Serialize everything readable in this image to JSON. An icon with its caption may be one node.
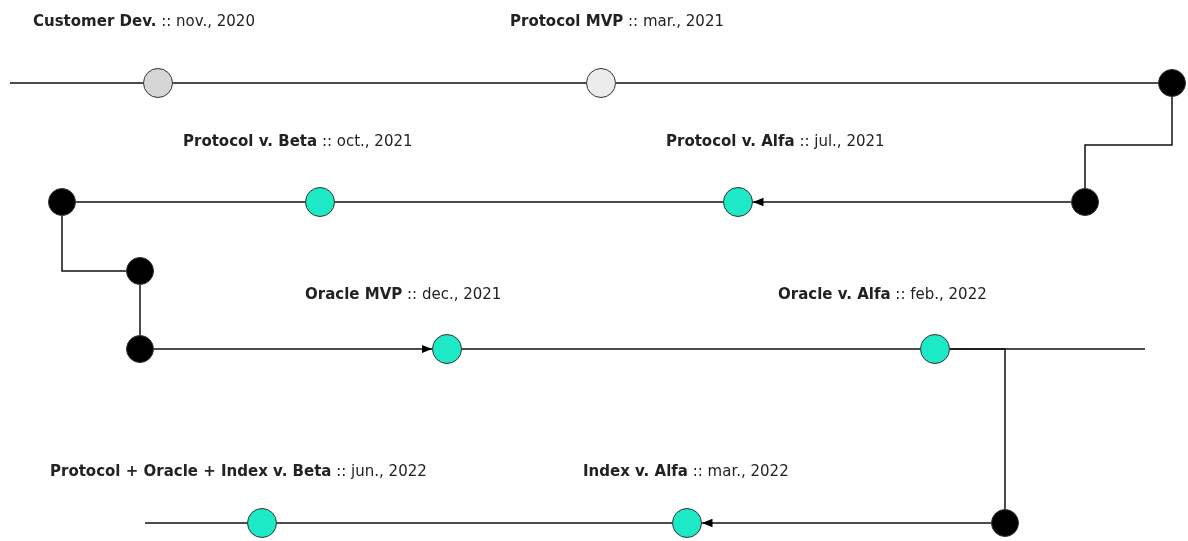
{
  "diagram": {
    "nodes": [
      {
        "text": [
          "**Customer Dev.** :: nov., 2020"
        ]
      },
      {
        "text": [
          "**Protocol MVP** :: mar., 2021"
        ]
      },
      {
        "text": [],
        "shape": "circle"
      },
      {
        "text": [],
        "shape": "circle"
      },
      {
        "text": [
          "**Protocol v. Alfa** :: jul., 2021"
        ]
      },
      {
        "text": [
          "**Protocol v. Beta** :: oct., 2021"
        ]
      },
      {
        "text": [],
        "shape": "circle"
      },
      {
        "text": [],
        "shape": "circle"
      },
      {
        "text": [],
        "shape": "circle"
      },
      {
        "text": [
          "**Oracle MVP** :: dec., 2021"
        ]
      },
      {
        "text": [
          "**Oracle v. Alfa** :: feb., 2022"
        ]
      },
      {
        "text": [],
        "shape": "circle"
      },
      {
        "text": [
          "**Index v. Alfa** :: mar., 2022"
        ]
      },
      {
        "text": [
          "**Protocol + Oracle + Index v. Beta** :: jun., 2022"
        ]
      }
    ],
    "edges": [
      {
        "from": null,
        "to": 0,
        "arrow": "none"
      },
      {
        "from": 0,
        "to": 1,
        "arrow": "none"
      },
      {
        "from": 1,
        "to": 2,
        "arrow": "none"
      },
      {
        "from": 2,
        "to": 3,
        "arrow": "none"
      },
      {
        "from": 3,
        "to": 4,
        "arrow": "to"
      },
      {
        "from": 4,
        "to": 5,
        "arrow": "none"
      },
      {
        "from": 5,
        "to": 6,
        "arrow": "none"
      },
      {
        "from": 6,
        "to": 7,
        "arrow": "none"
      },
      {
        "from": 7,
        "to": 8,
        "arrow": "none"
      },
      {
        "from": 8,
        "to": 9,
        "arrow": "to"
      },
      {
        "from": 9,
        "to": 10,
        "arrow": "none"
      },
      {
        "from": 10,
        "to": null,
        "arrow": "none"
      },
      {
        "from": 10,
        "to": 11,
        "arrow": "none"
      },
      {
        "from": 11,
        "to": 12,
        "arrow": "to"
      },
      {
        "from": 12,
        "to": 13,
        "arrow": "none"
      },
      {
        "from": 13,
        "to": null,
        "arrow": "none"
      }
    ]
  }
}
